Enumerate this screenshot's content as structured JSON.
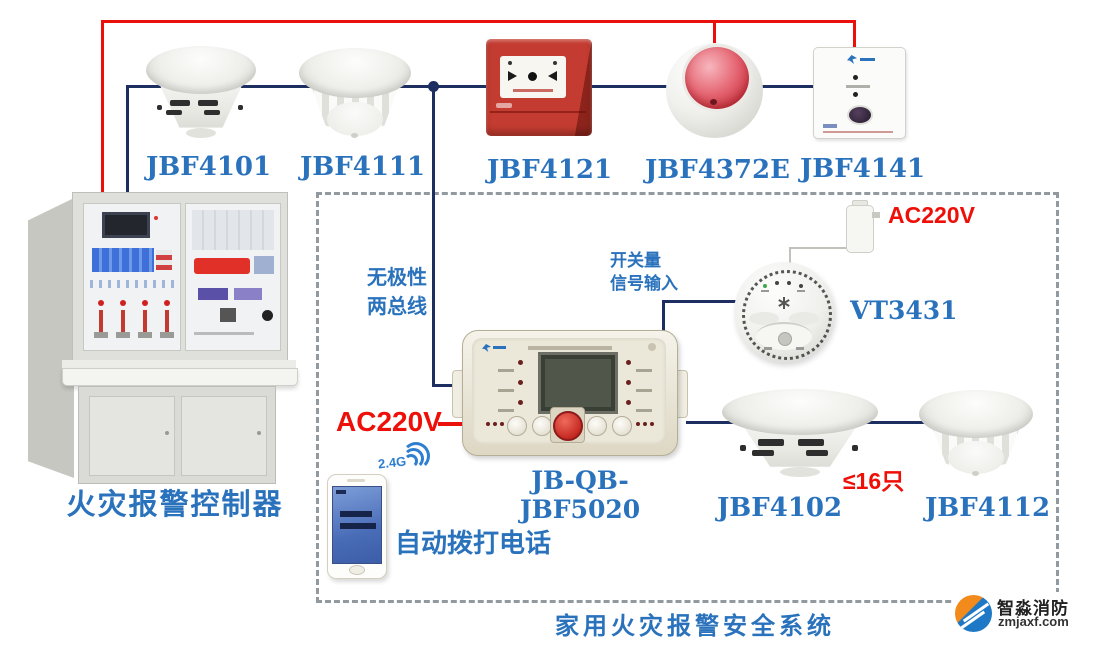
{
  "system": {
    "title": "家用火灾报警安全系统"
  },
  "devices": {
    "jbf4101": {
      "label": "JBF4101"
    },
    "jbf4111": {
      "label": "JBF4111"
    },
    "jbf4121": {
      "label": "JBF4121"
    },
    "jbf4372e": {
      "label": "JBF4372E"
    },
    "jbf4141": {
      "label": "JBF4141"
    },
    "controller": {
      "label": "火灾报警控制器"
    },
    "host": {
      "label": "JB-QB-JBF5020"
    },
    "vt3431": {
      "label": "VT3431"
    },
    "jbf4102": {
      "label": "JBF4102"
    },
    "jbf4112": {
      "label": "JBF4112"
    }
  },
  "annotations": {
    "bus_line1": "无极性",
    "bus_line2": "两总线",
    "switch_line1": "开关量",
    "switch_line2": "信号输入",
    "ac_left": "AC220V",
    "ac_right": "AC220V",
    "limit": "≤16只",
    "wifi": "2.4G",
    "autodial": "自动拨打电话"
  },
  "watermark": {
    "brand": "智淼消防",
    "site": "zmjaxf.com"
  },
  "colors": {
    "wire_red": "#ea100c",
    "wire_navy": "#1c2f60",
    "label_blue": "#2a72bc",
    "text_red": "#ee1008",
    "dash_grey": "#929aa0"
  }
}
